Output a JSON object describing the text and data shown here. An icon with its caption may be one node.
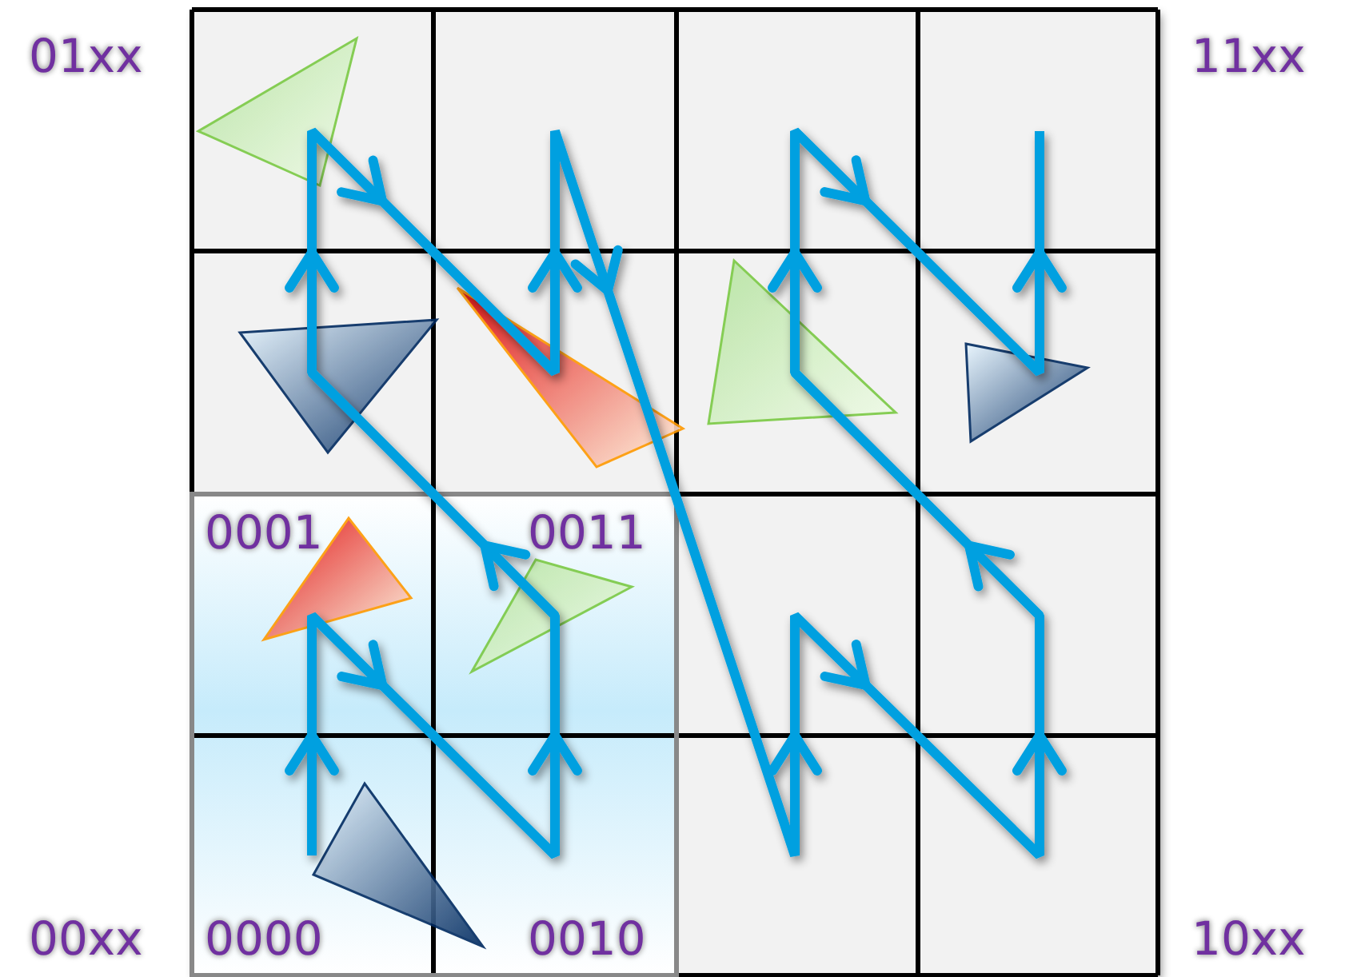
{
  "diagram": {
    "labels": [
      "01xx",
      "11xx",
      "0001",
      "0011",
      "00xx",
      "0000",
      "0010",
      "10xx"
    ]
  }
}
